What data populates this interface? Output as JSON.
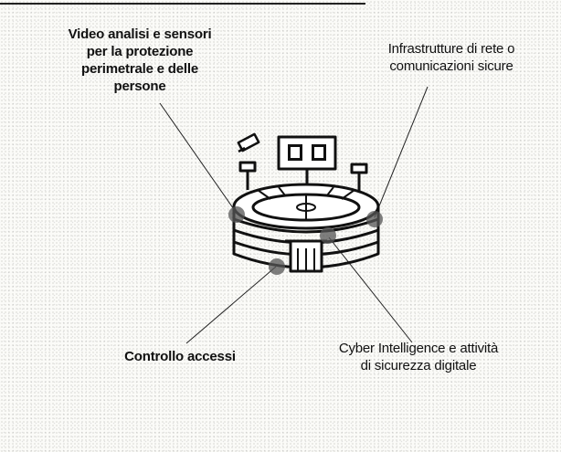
{
  "labels": {
    "video": [
      "Video analisi e sensori",
      "per la protezione",
      "perimetrale e delle",
      "persone"
    ],
    "infrastructure": [
      "Infrastrutture di rete o",
      "comunicazioni sicure"
    ],
    "access": [
      "Controllo accessi"
    ],
    "cyber": [
      "Cyber Intelligence e attività",
      "di sicurezza digitale"
    ]
  },
  "icon": "stadium-icon"
}
